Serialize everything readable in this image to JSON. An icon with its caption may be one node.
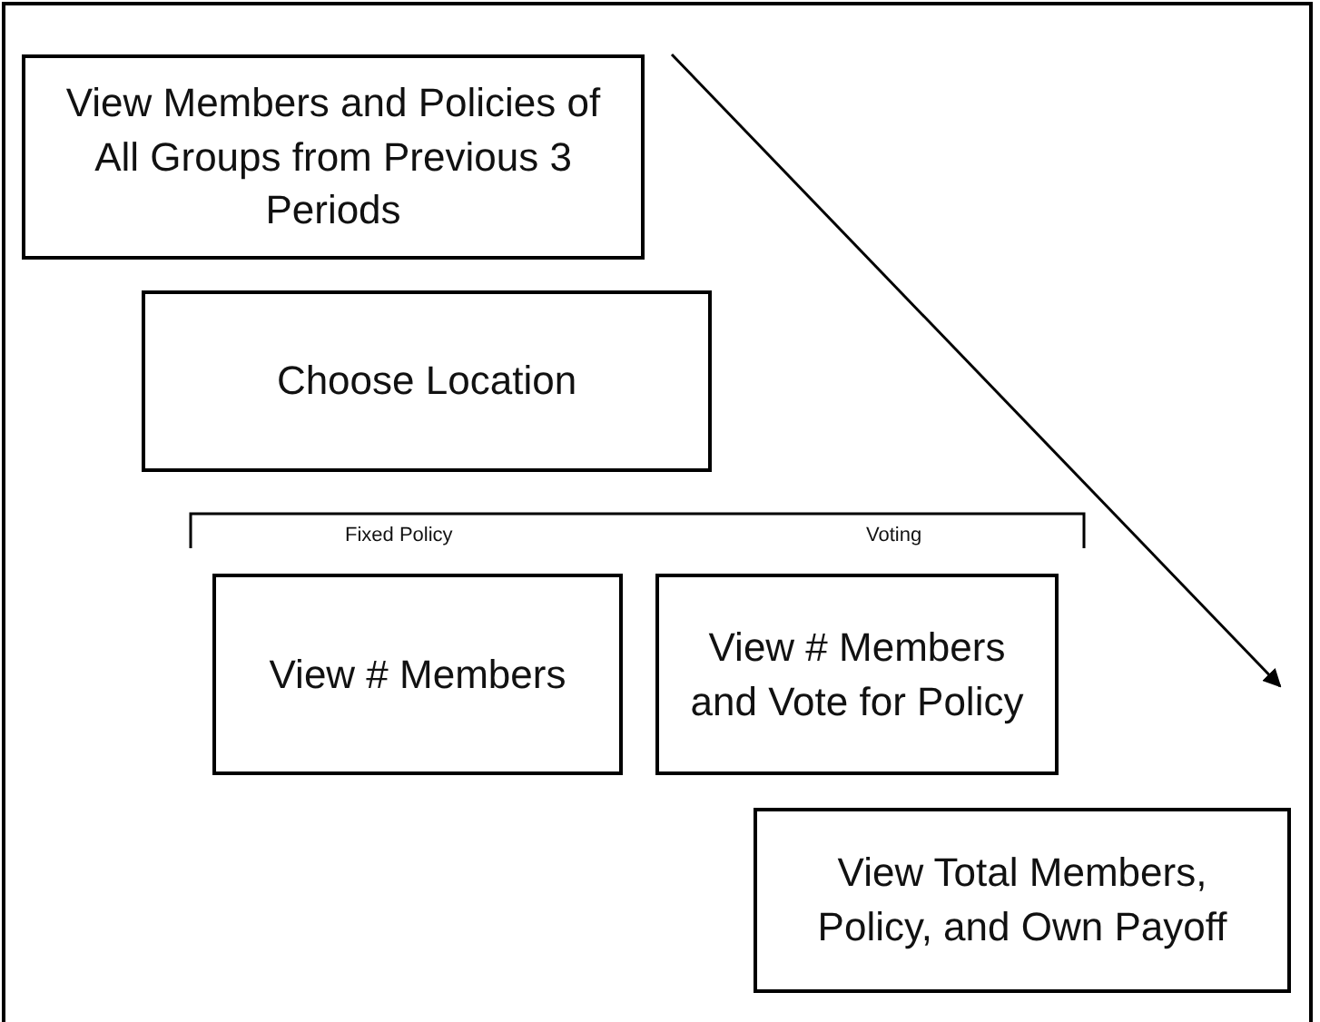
{
  "diagram": {
    "nodes": [
      {
        "text": [
          "View Members and Policies of All Groups from Previous 3 Periods"
        ]
      },
      {
        "text": [
          "Choose Location"
        ]
      },
      {
        "text": [
          "View # Members"
        ]
      },
      {
        "text": [
          "View # Members and Vote for Policy"
        ]
      },
      {
        "text": [
          "View Total Members, Policy, and Own Payoff"
        ]
      }
    ],
    "labels": [
      "Fixed Policy",
      "Voting"
    ]
  }
}
